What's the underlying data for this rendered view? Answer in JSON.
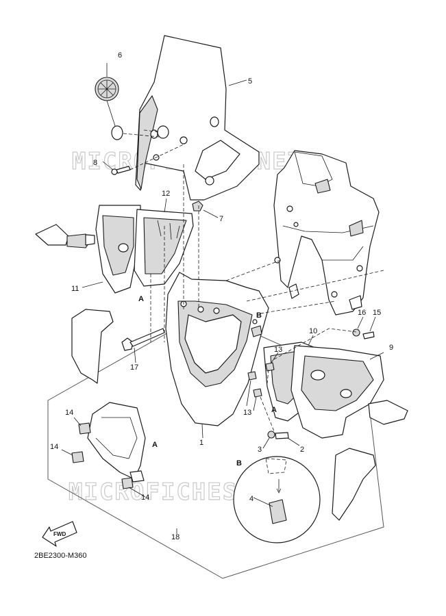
{
  "watermark": {
    "text": "MICROFICHES.NET"
  },
  "diagram_code": "2BE2300-M360",
  "fwd_label": "FWD",
  "callouts": {
    "c1": "1",
    "c2": "2",
    "c3": "3",
    "c4": "4",
    "c5": "5",
    "c6": "6",
    "c7": "7",
    "c8": "8",
    "c9": "9",
    "c10": "10",
    "c11": "11",
    "c12": "12",
    "c13a": "13",
    "c13b": "13",
    "c13c": "13",
    "c14a": "14",
    "c14b": "14",
    "c14c": "14",
    "c15": "15",
    "c16": "16",
    "c17": "17",
    "c18": "18"
  },
  "reference_letters": {
    "a1": "A",
    "a2": "A",
    "a3": "A",
    "b1": "B",
    "b2": "B"
  }
}
